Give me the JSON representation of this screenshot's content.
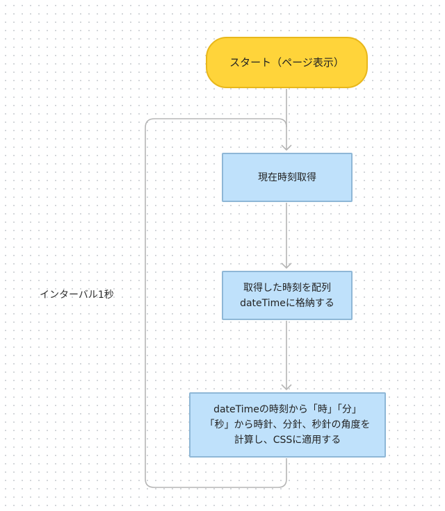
{
  "diagram": {
    "start": "スタート（ページ表示）",
    "step1": "現在時刻取得",
    "step2": [
      "取得した時刻を配列",
      "dateTimeに格納する"
    ],
    "step3": [
      "dateTimeの時刻から「時」「分」",
      "「秒」から時針、分針、秒針の角度を",
      "計算し、CSSに適用する"
    ],
    "loop_label": "インターバル1秒"
  },
  "colors": {
    "terminal_fill": "#ffd43a",
    "terminal_border": "#e8b71a",
    "process_fill": "#bfe1fb",
    "process_border": "#8eb7d6",
    "connector": "#b5b5b5"
  }
}
